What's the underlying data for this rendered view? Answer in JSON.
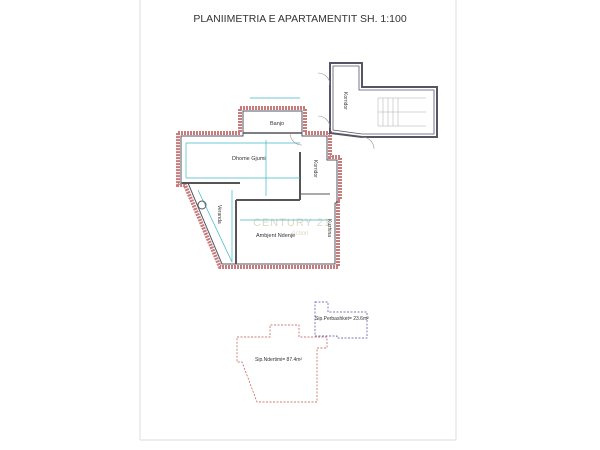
{
  "title": "PLANIIMETRIA E APARTAMENTIT  SH. 1:100",
  "rooms": {
    "banjo": "Banjo",
    "dhome_gjumi": "Dhome Gjumi",
    "korridor_top": "Korridor",
    "korridor_mid": "Korridor",
    "veranda": "Veranda",
    "ambjent_ndenje": "Ambjent Ndenje",
    "kuzhina": "Kuzhina"
  },
  "watermark": {
    "brand": "CENTURY 21",
    "sub": "Action"
  },
  "areas": {
    "perbashket": "Sip.Perbashket= 23.6m²",
    "nderimi": "Sip.Ndertimi= 87.4m²"
  },
  "colors": {
    "wall_outer": "#c77b7b",
    "wall": "#555566",
    "dimension": "#3bb6c9",
    "area_outline_1": "#c0504d",
    "area_outline_2": "#4a4a9a"
  }
}
